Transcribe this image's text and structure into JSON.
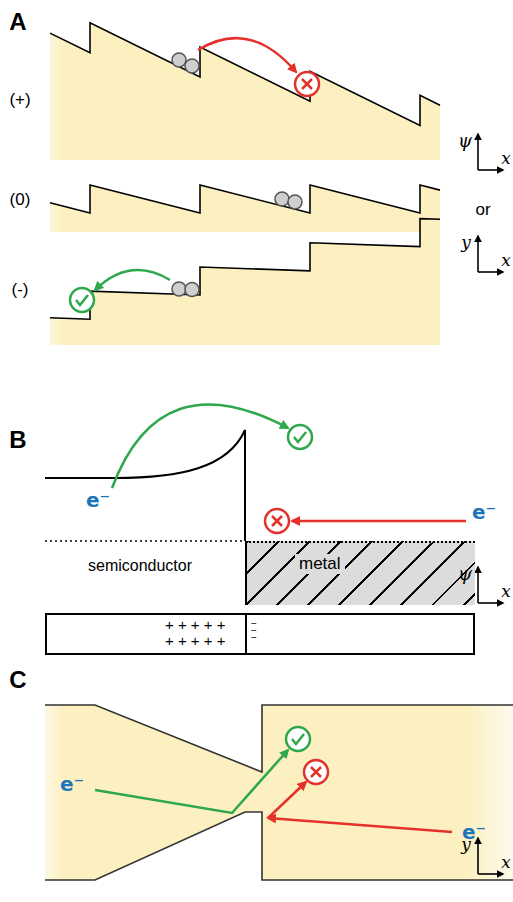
{
  "diagram": {
    "nodes": [
      {
        "text": [
          "metal"
        ]
      },
      {
        "text": [
          "+ + + + +",
          "+ + + + +",
          "− − −"
        ]
      }
    ],
    "labels": [
      "A",
      "(+)",
      "ψ",
      "x",
      "(0)",
      "or",
      "y",
      "x",
      "(-)",
      "B",
      "e⁻",
      "e⁻",
      "semiconductor",
      "ψ",
      "x",
      "C",
      "e⁻",
      "e⁻",
      "y",
      "x"
    ]
  }
}
